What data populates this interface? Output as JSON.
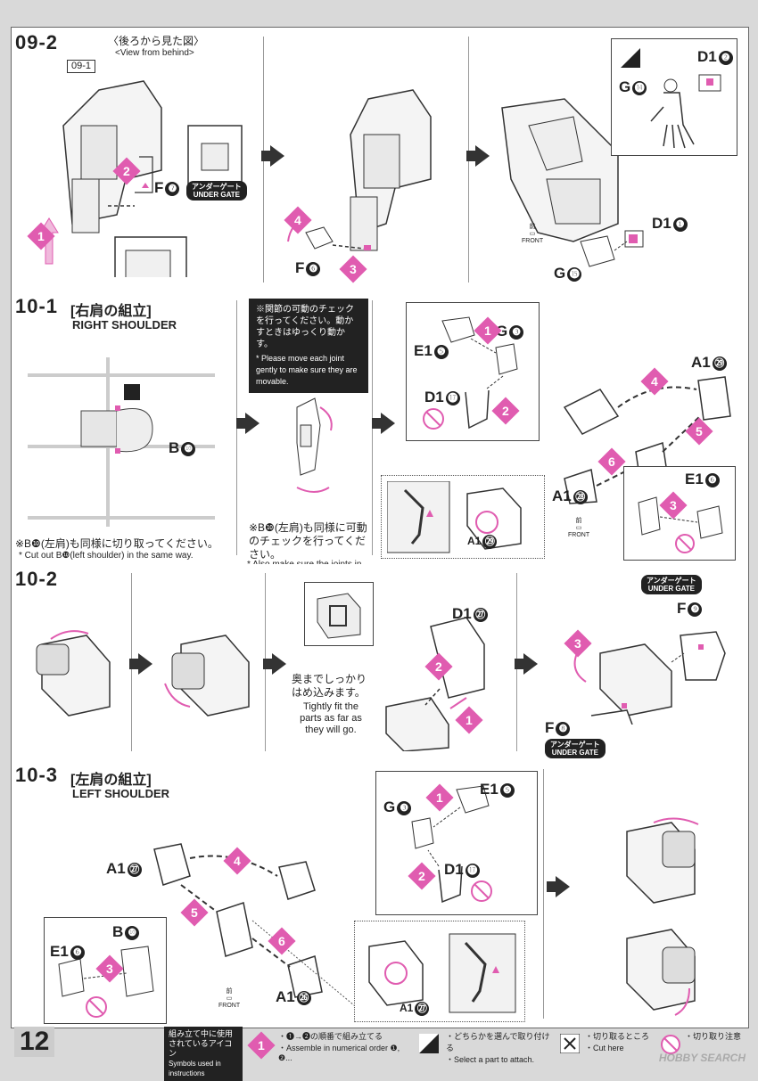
{
  "page_number": "12",
  "step_0902": {
    "label": "09-2",
    "view_jp": "〈後ろから見た図〉",
    "view_en": "<View from behind>",
    "ref_label": "09-1",
    "parts": {
      "f": "F",
      "f7": "❼",
      "f6_letter": "F",
      "f6": "❻",
      "d1a": "D1",
      "d1a_num": "❷",
      "g14": "G",
      "g14_num": "⓮",
      "d1b": "D1",
      "d1b_num": "❶",
      "g15": "G",
      "g15_num": "⓯"
    },
    "under_gate_jp": "アンダーゲート",
    "under_gate_en": "UNDER GATE",
    "front_jp": "前",
    "front_en": "FRONT",
    "step_nums": [
      "1",
      "2",
      "3",
      "4"
    ]
  },
  "step_1001": {
    "label": "10-1",
    "title_jp": "[右肩の組立]",
    "title_en": "RIGHT SHOULDER",
    "part_b10": "B",
    "part_b10_num": "❿",
    "cutout_jp": "※B❿(左肩)も同様に切り取ってください。",
    "cutout_en": "* Cut out B❿(left shoulder) in the same way.",
    "joint_jp": "※関節の可動のチェックを行ってください。動かすときはゆっくり動かす。",
    "joint_en": "* Please move each joint gently to make sure they are movable.",
    "also_jp": "※B❿(左肩)も同様に可動のチェックを行ってください。",
    "also_en": "* Also make sure the joints in B❿(left shoulder) are movable.",
    "parts": {
      "e15": "E1",
      "e15_num": "❺",
      "g3": "G",
      "g3_num": "❸",
      "d17": "D1",
      "d17_num": "⓱",
      "a29": "A1",
      "a29_num": "㉙",
      "a28": "A1",
      "a28_num": "㉘",
      "e16": "E1",
      "e16_num": "❻",
      "a29b": "A1",
      "a29b_num": "㉙"
    },
    "front_jp": "前",
    "front_en": "FRONT",
    "step_nums": [
      "1",
      "2",
      "3",
      "4",
      "5",
      "6"
    ]
  },
  "step_1002": {
    "label": "10-2",
    "parts": {
      "d127": "D1",
      "d127_num": "㉗",
      "f9": "F",
      "f9_num": "❾",
      "f8": "F",
      "f8_num": "❽"
    },
    "tight_jp": "奥までしっかりはめ込みます。",
    "tight_en": "Tightly fit the parts as far as they will go.",
    "under_gate_jp": "アンダーゲート",
    "under_gate_en": "UNDER GATE",
    "step_nums": [
      "1",
      "2",
      "3"
    ]
  },
  "step_1003": {
    "label": "10-3",
    "title_jp": "[左肩の組立]",
    "title_en": "LEFT SHOULDER",
    "parts": {
      "a127": "A1",
      "a127_num": "㉗",
      "e15": "E1",
      "e15_num": "❺",
      "g3": "G",
      "g3_num": "❸",
      "d17": "D1",
      "d17_num": "⓱",
      "e16": "E1",
      "e16_num": "❻",
      "b10": "B",
      "b10_num": "❿",
      "a126": "A1",
      "a126_num": "㉖",
      "a127b": "A1",
      "a127b_num": "㉗"
    },
    "front_jp": "前",
    "front_en": "FRONT",
    "step_nums": [
      "1",
      "2",
      "3",
      "4",
      "5",
      "6"
    ]
  },
  "legend": {
    "symbols_jp": "組み立て中に使用されているアイコン",
    "symbols_en": "Symbols used in instructions",
    "order_jp": "・❶→❷の順番で組み立てる",
    "order_en": "・Assemble in numerical order ❶, ❷...",
    "select_jp": "・どちらかを選んで取り付ける",
    "select_en": "・Select a part to attach.",
    "cut_jp": "・切り取るところ",
    "cut_en": "・Cut here",
    "caution_jp": "・切り取り注意"
  },
  "watermark": "HOBBY SEARCH",
  "colors": {
    "accent": "#e05cb0",
    "dark": "#222222",
    "line": "#555555"
  }
}
